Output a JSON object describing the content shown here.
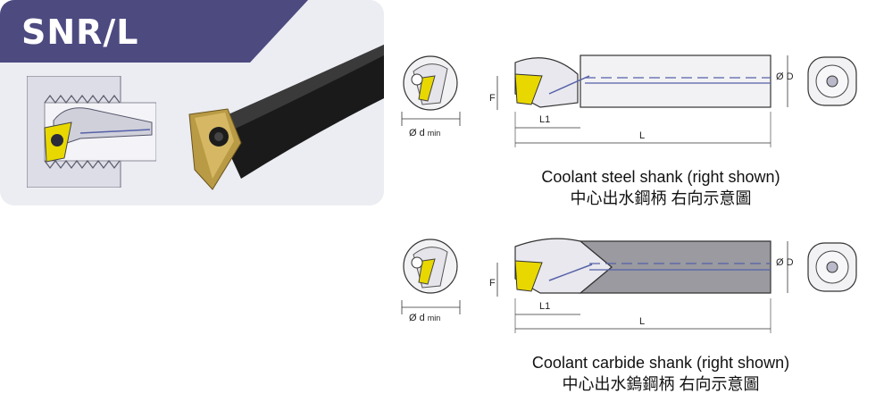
{
  "product": {
    "title": "SNR/L",
    "brand_color": "#4d4a80"
  },
  "steel_variant": {
    "caption_en": "Coolant steel shank (right shown)",
    "caption_zh": "中心出水鋼柄  右向示意圖",
    "dims": {
      "d": "Ø d",
      "d_suffix": "min",
      "F": "F",
      "D": "Ø D",
      "L1": "L1",
      "L": "L"
    }
  },
  "carbide_variant": {
    "caption_en": "Coolant carbide shank (right shown)",
    "caption_zh": "中心出水鎢鋼柄  右向示意圖",
    "dims": {
      "d": "Ø d",
      "d_suffix": "min",
      "F": "F",
      "D": "Ø D",
      "L1": "L1",
      "L": "L"
    }
  },
  "colors": {
    "insert": "#e8d800",
    "carbide_shank": "#9a9aa0",
    "coolant_line": "#5560a8"
  }
}
